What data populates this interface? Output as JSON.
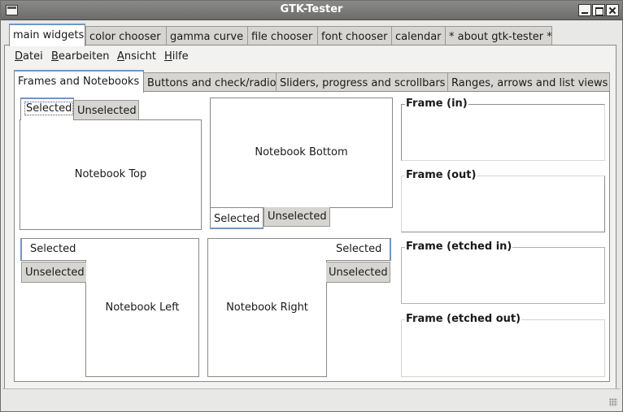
{
  "window": {
    "title": "GTK-Tester"
  },
  "top_tabs": [
    {
      "label": "main widgets"
    },
    {
      "label": "color chooser"
    },
    {
      "label": "gamma curve"
    },
    {
      "label": "file chooser"
    },
    {
      "label": "font chooser"
    },
    {
      "label": "calendar"
    },
    {
      "label": "* about gtk-tester *"
    }
  ],
  "menubar": {
    "datei": {
      "first": "D",
      "rest": "atei"
    },
    "bearbeiten": {
      "first": "B",
      "rest": "earbeiten"
    },
    "ansicht": {
      "first": "A",
      "rest": "nsicht"
    },
    "hilfe": {
      "first": "H",
      "rest": "ilfe"
    }
  },
  "inner_tabs": [
    {
      "label": "Frames and Notebooks"
    },
    {
      "label": "Buttons and check/radio"
    },
    {
      "label": "Sliders, progress and scrollbars"
    },
    {
      "label": "Ranges, arrows and list views"
    }
  ],
  "notebooks": {
    "selected": "Selected",
    "unselected": "Unselected",
    "top": "Notebook Top",
    "bottom": "Notebook Bottom",
    "left": "Notebook Left",
    "right": "Notebook Right"
  },
  "frames": {
    "in": "Frame (in)",
    "out": "Frame (out)",
    "etched_in": "Frame (etched in)",
    "etched_out": "Frame (etched out)"
  },
  "colors": {
    "titlebar": "#7a7a78",
    "active_tab_accent": "#6f97c3",
    "background": "#e8e8e7"
  }
}
